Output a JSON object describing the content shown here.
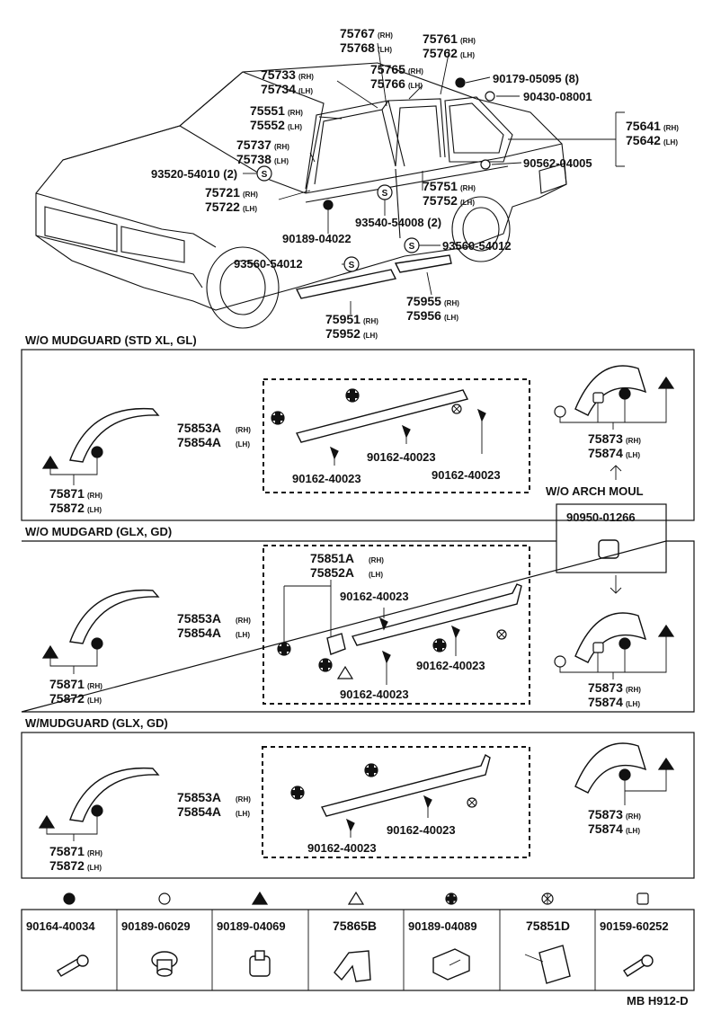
{
  "top": {
    "p75767": "75767",
    "p75768": "75768",
    "p75761": "75761",
    "p75762": "75762",
    "p75733": "75733",
    "p75734": "75734",
    "p75765": "75765",
    "p75766": "75766",
    "p75551": "75551",
    "p75552": "75552",
    "p75737": "75737",
    "p75738": "75738",
    "p75721": "75721",
    "p75722": "75722",
    "p75751": "75751",
    "p75752": "75752",
    "p75641": "75641",
    "p75642": "75642",
    "p75955": "75955",
    "p75956": "75956",
    "p75951": "75951",
    "p75952": "75952",
    "c9017905095": "90179-05095 (8)",
    "c9043008001": "90430-08001",
    "c9056204005": "90562-04005",
    "c9352054010": "93520-54010 (2)",
    "c9354054008": "93540-54008 (2)",
    "c9018904022": "90189-04022",
    "c9356054012a": "93560-54012",
    "c9356054012b": "93560-54012",
    "rh": "(RH)",
    "lh": "(LH)",
    "s": "S"
  },
  "sections": {
    "s1_title": "W/O MUDGUARD (STD XL, GL)",
    "s2_title": "W/O MUDGARD (GLX, GD)",
    "s3_title": "W/MUDGUARD (GLX, GD)",
    "arch_title": "W/O ARCH MOUL"
  },
  "parts": {
    "p75853A": "75853A",
    "p75854A": "75854A",
    "p75871": "75871",
    "p75872": "75872",
    "p75873": "75873",
    "p75874": "75874",
    "p75851A": "75851A",
    "p75852A": "75852A",
    "c9016240023": "90162-40023",
    "c9095001266": "90950-01266"
  },
  "legend": [
    {
      "code": "90164-40034",
      "symbol": "filled-circle"
    },
    {
      "code": "90189-06029",
      "symbol": "open-circle"
    },
    {
      "code": "90189-04069",
      "symbol": "filled-triangle"
    },
    {
      "code": "75865B",
      "symbol": "open-triangle"
    },
    {
      "code": "90189-04089",
      "symbol": "dotted-circle"
    },
    {
      "code": "75851D",
      "symbol": "asterisk"
    },
    {
      "code": "90159-60252",
      "symbol": "open-square"
    }
  ],
  "footer": {
    "code": "MB H912-D"
  }
}
